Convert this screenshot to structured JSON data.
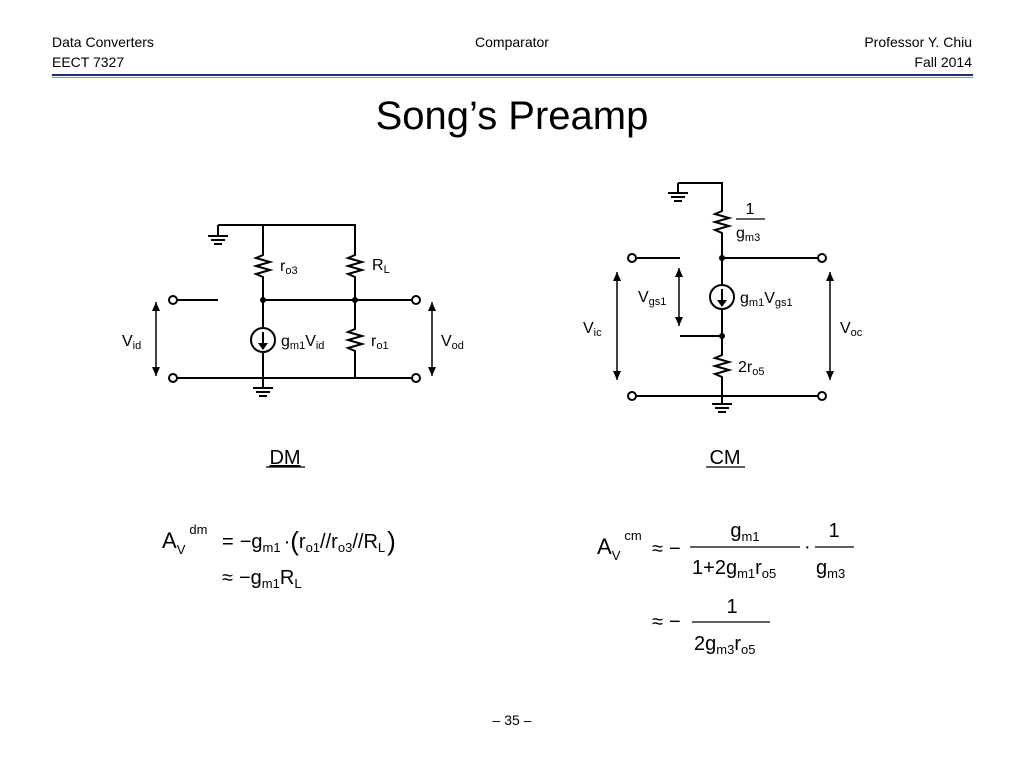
{
  "header": {
    "left_line1": "Data Converters",
    "left_line2": "EECT 7327",
    "center": "Comparator",
    "right_line1": "Professor Y. Chiu",
    "right_line2": "Fall 2014"
  },
  "title": "Song’s Preamp",
  "dm": {
    "label": "DM",
    "ro3": {
      "base": "r",
      "sub": "o3"
    },
    "rl": {
      "base": "R",
      "sub": "L"
    },
    "source": {
      "g": "g",
      "gsub": "m1",
      "v": "V",
      "vsub": "id"
    },
    "ro1": {
      "base": "r",
      "sub": "o1"
    },
    "vid": {
      "base": "V",
      "sub": "id"
    },
    "vod": {
      "base": "V",
      "sub": "od"
    }
  },
  "cm": {
    "label": "CM",
    "load_num": "1",
    "load_den": {
      "base": "g",
      "sub": "m3"
    },
    "vgs1": {
      "base": "V",
      "sub": "gs1"
    },
    "source": {
      "g": "g",
      "gsub": "m1",
      "v": "V",
      "vsub": "gs1"
    },
    "vic": {
      "base": "V",
      "sub": "ic"
    },
    "voc": {
      "base": "V",
      "sub": "oc"
    },
    "r": {
      "coef": "2",
      "base": "r",
      "sub": "o5"
    }
  },
  "eq_dm": {
    "lhs": "A",
    "lhs_sub": "V",
    "lhs_sup": "dm",
    "line1": {
      "op": "=",
      "neg": "−",
      "g": "g",
      "gsub": "m1",
      "dot": "·",
      "lp": "(",
      "r1": "r",
      "r1sub": "o1",
      "par1": "//",
      "r2": "r",
      "r2sub": "o3",
      "par2": "//",
      "r3": "R",
      "r3sub": "L",
      "rp": ")"
    },
    "line2": {
      "op": "≈",
      "neg": "−",
      "g": "g",
      "gsub": "m1",
      "r": "R",
      "rsub": "L"
    }
  },
  "eq_cm": {
    "lhs": "A",
    "lhs_sub": "V",
    "lhs_sup": "cm",
    "line1": {
      "op": "≈",
      "neg": "−",
      "num1": {
        "base": "g",
        "sub": "m1"
      },
      "den1": {
        "one": "1",
        "plus": "+",
        "coef": "2",
        "g": "g",
        "gsub": "m1",
        "r": "r",
        "rsub": "o5"
      },
      "dot": "·",
      "num2": "1",
      "den2": {
        "base": "g",
        "sub": "m3"
      }
    },
    "line2": {
      "op": "≈",
      "neg": "−",
      "num": "1",
      "den": {
        "coef": "2",
        "g": "g",
        "gsub": "m3",
        "r": "r",
        "rsub": "o5"
      }
    }
  },
  "page_number": "– 35 –"
}
